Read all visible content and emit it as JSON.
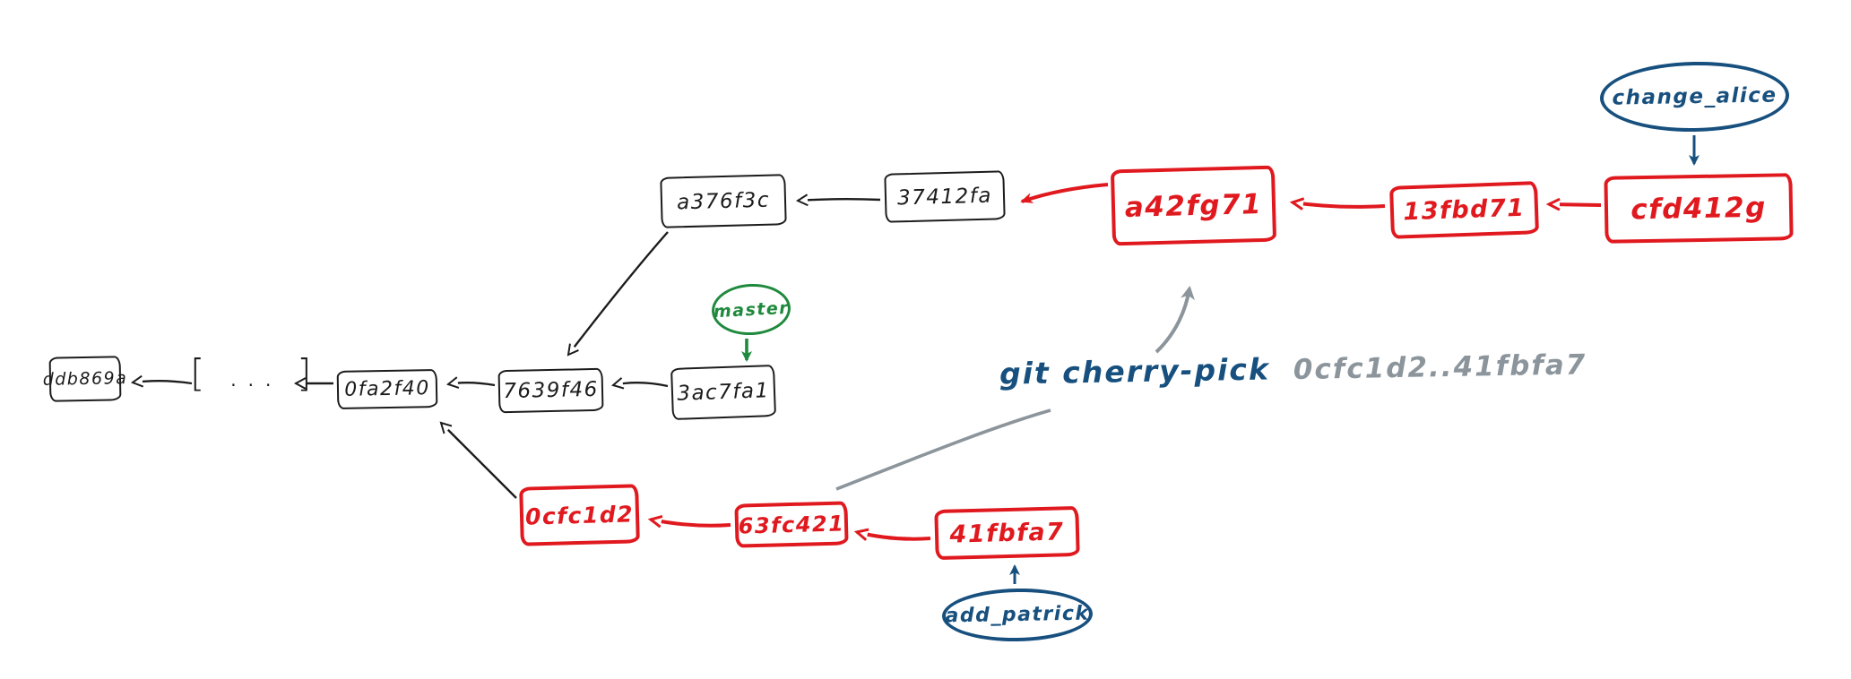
{
  "commits": {
    "ddb869a": "ddb869a",
    "ellipsis": "[ ... ]",
    "0fa2f40": "0fa2f40",
    "7639f46": "7639f46",
    "3ac7fa1": "3ac7fa1",
    "a376f3c": "a376f3c",
    "37412fa": "37412fa",
    "a42fg71": "a42fg71",
    "13fbd71": "13fbd71",
    "cfd412g": "cfd412g",
    "0cfc1d2": "0cfc1d2",
    "63fc421": "63fc421",
    "41fbfa7": "41fbfa7"
  },
  "branches": {
    "master": "master",
    "change_alice": "change_alice",
    "add_patrick": "add_patrick"
  },
  "command": {
    "verb": "git  cherry-pick",
    "range": "0cfc1d2..41fbfa7"
  },
  "colors": {
    "ink": "#1c1c1c",
    "red": "#e0191f",
    "green": "#1f8a3d",
    "blue": "#17507e",
    "gray": "#8b959b"
  }
}
